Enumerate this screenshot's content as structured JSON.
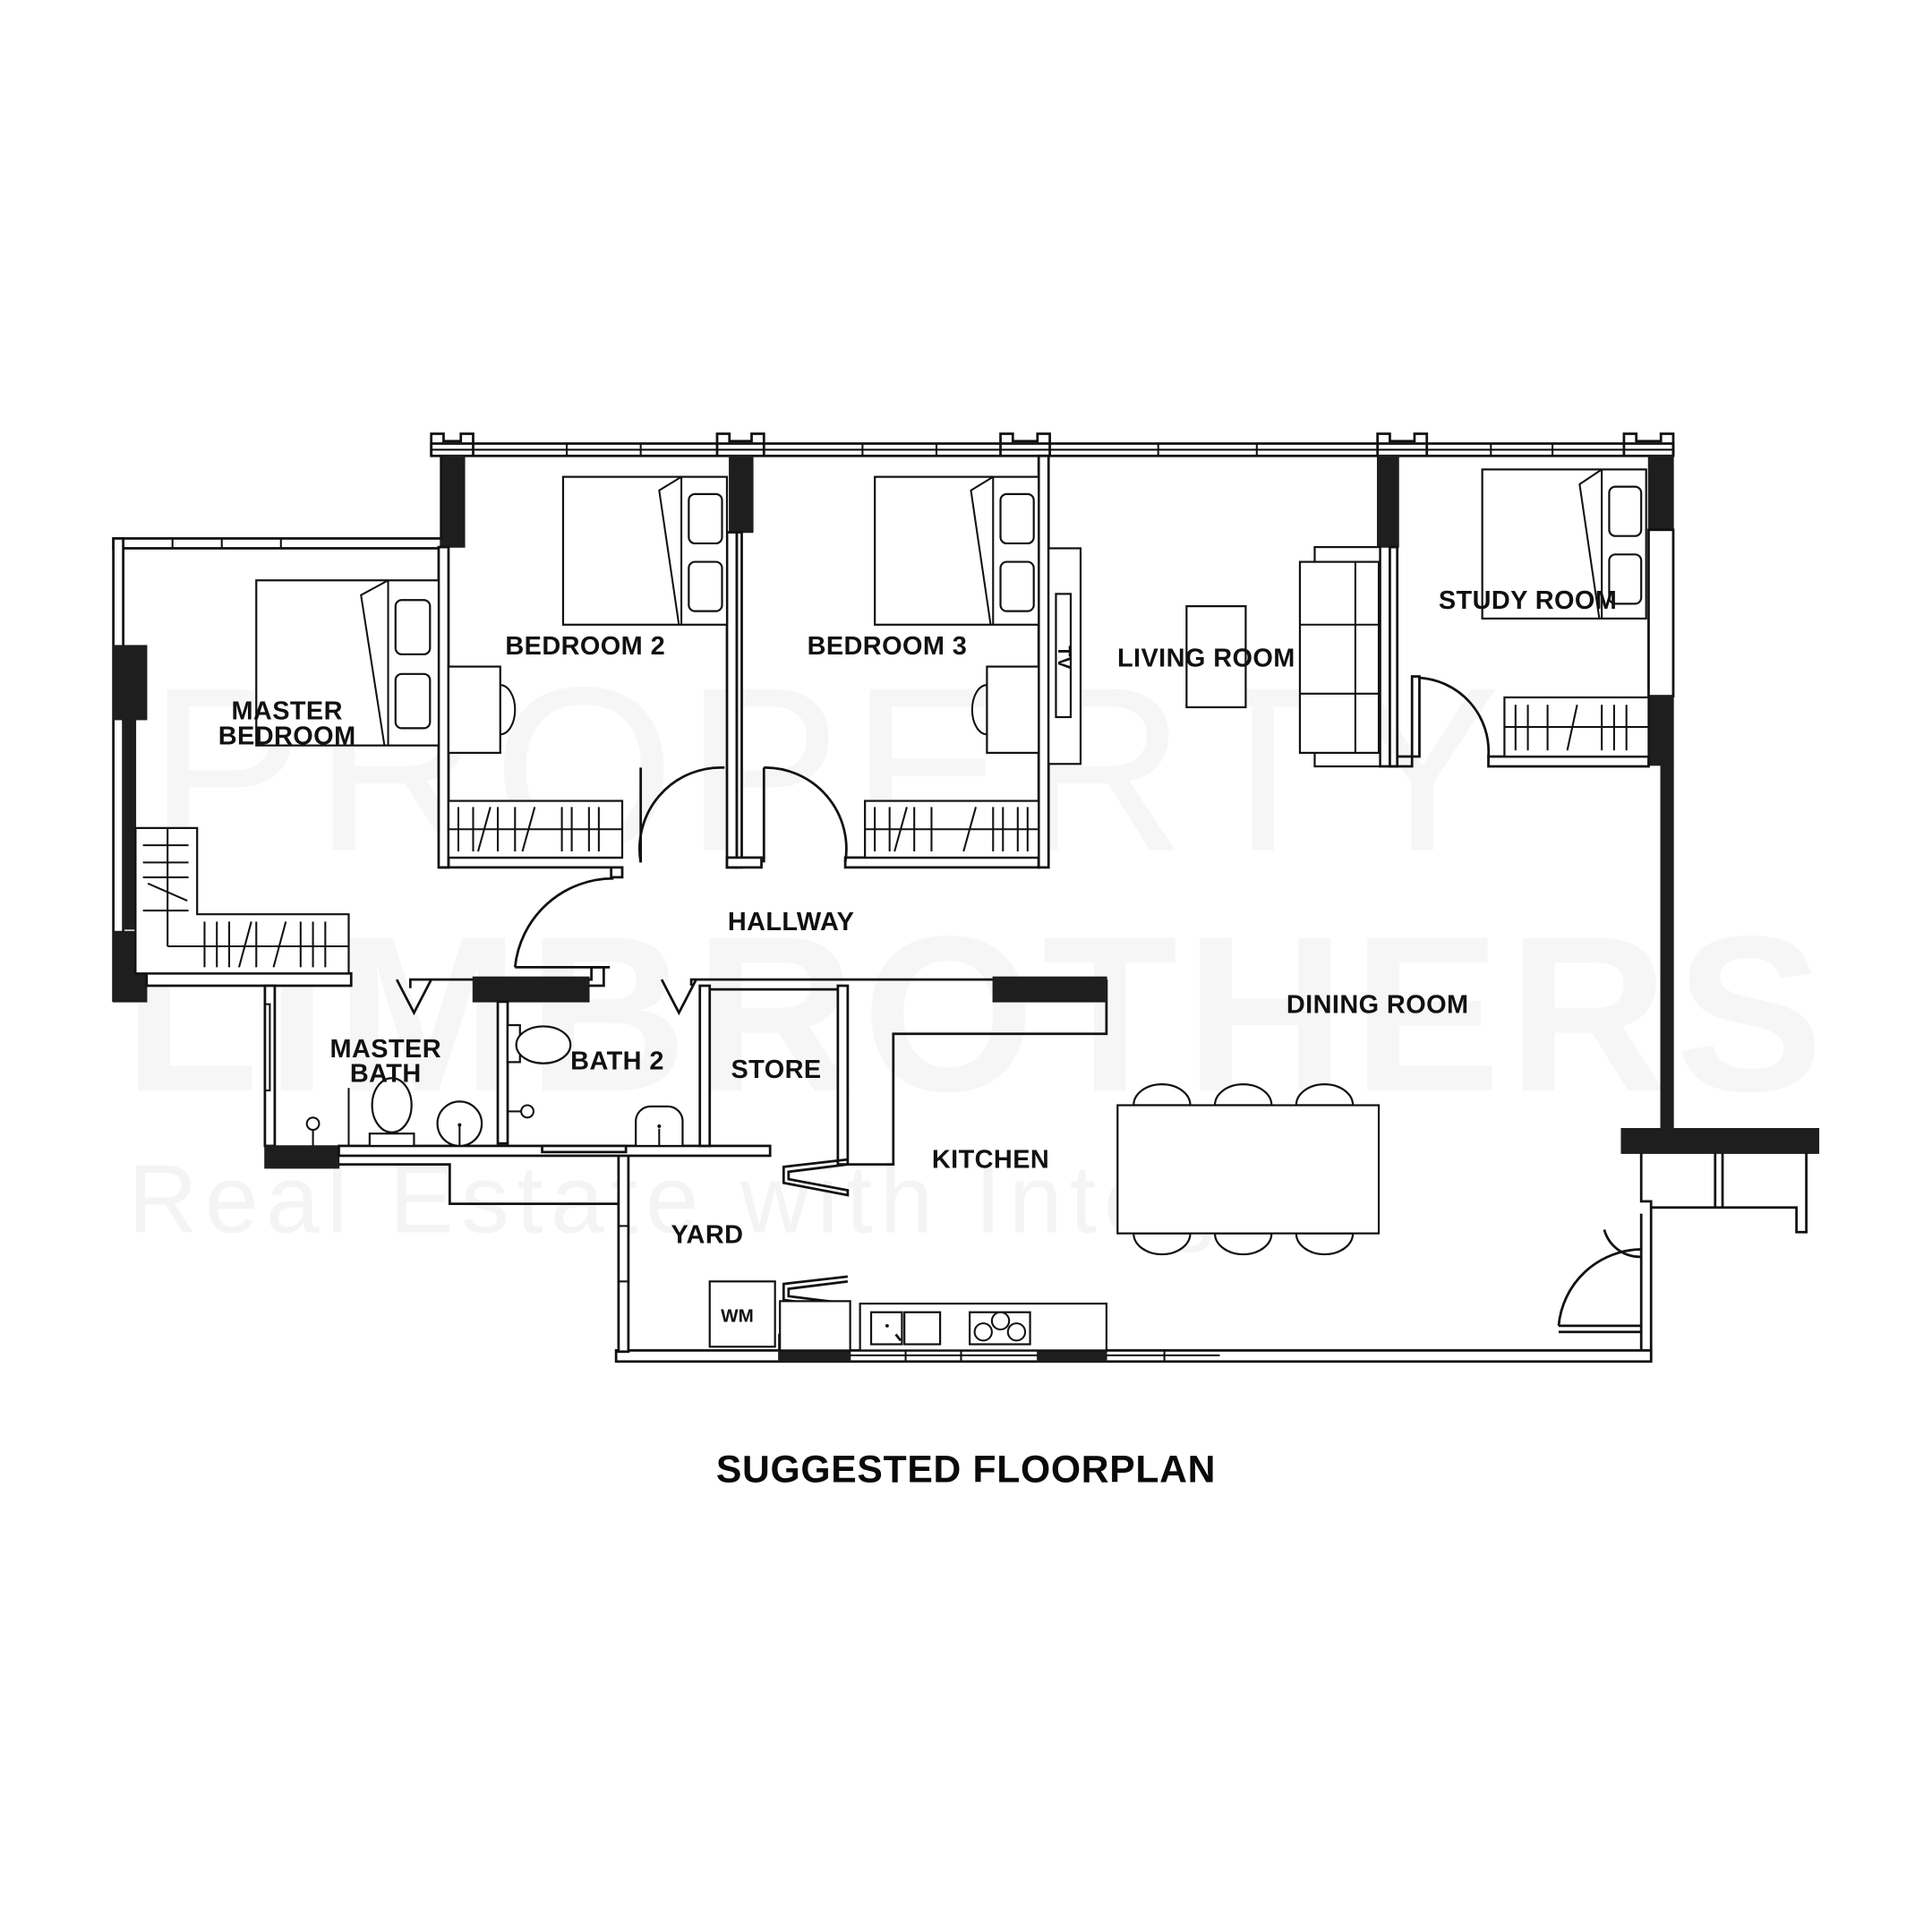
{
  "diagram": {
    "title": "SUGGESTED FLOORPLAN",
    "watermark": {
      "line1": "PROPERTY",
      "line2": "LIMBROTHERS",
      "tagline": "Real Estate with Integrity"
    },
    "rooms": {
      "master_bedroom_line1": "MASTER",
      "master_bedroom_line2": "BEDROOM",
      "bedroom2": "BEDROOM 2",
      "bedroom3": "BEDROOM 3",
      "living_room": "LIVING ROOM",
      "study_room": "STUDY ROOM",
      "hallway": "HALLWAY",
      "dining_room": "DINING ROOM",
      "master_bath_line1": "MASTER",
      "master_bath_line2": "BATH",
      "bath2": "BATH 2",
      "store": "STORE",
      "kitchen": "KITCHEN",
      "yard": "YARD"
    },
    "fixtures": {
      "tv": "TV",
      "washing_machine": "WM"
    },
    "colors": {
      "ink": "#111111",
      "solid_wall": "#1e1e1e",
      "background": "#ffffff",
      "watermark": "#f5f5f5"
    }
  }
}
